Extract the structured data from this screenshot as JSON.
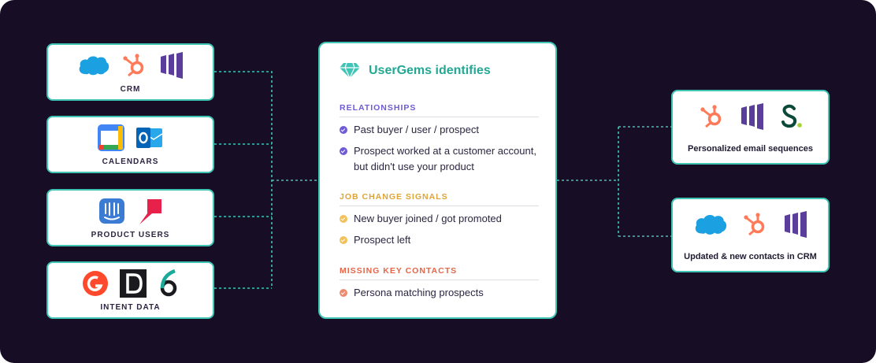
{
  "colors": {
    "background": "#170d24",
    "card_border": "#3fc4b6",
    "connector": "#3fc4b6",
    "brand_teal": "#23a894",
    "relationships": "#6f5bd6",
    "job_change": "#e0a53a",
    "missing_contacts": "#e4674a"
  },
  "sources": [
    {
      "label": "CRM",
      "icons": [
        "salesforce-icon",
        "hubspot-icon",
        "outreach-icon"
      ]
    },
    {
      "label": "CALENDARS",
      "icons": [
        "google-calendar-icon",
        "outlook-icon"
      ]
    },
    {
      "label": "PRODUCT USERS",
      "icons": [
        "intercom-icon",
        "pendo-icon"
      ]
    },
    {
      "label": "INTENT DATA",
      "icons": [
        "g2-icon",
        "demandbase-icon",
        "6sense-icon"
      ]
    }
  ],
  "center": {
    "title": "UserGems identifies",
    "icon": "gem-icon",
    "sections": [
      {
        "heading": "RELATIONSHIPS",
        "items": [
          "Past buyer / user / prospect",
          "Prospect worked at a customer account, but didn't use your product"
        ]
      },
      {
        "heading": "JOB CHANGE SIGNALS",
        "items": [
          "New buyer joined / got promoted",
          "Prospect left"
        ]
      },
      {
        "heading": "MISSING KEY CONTACTS",
        "items": [
          "Persona matching prospects"
        ]
      }
    ]
  },
  "destinations": [
    {
      "label": "Personalized email sequences",
      "icons": [
        "hubspot-icon",
        "outreach-icon",
        "salesloft-icon"
      ]
    },
    {
      "label": "Updated & new contacts in CRM",
      "icons": [
        "salesforce-icon",
        "hubspot-icon",
        "outreach-icon"
      ]
    }
  ]
}
